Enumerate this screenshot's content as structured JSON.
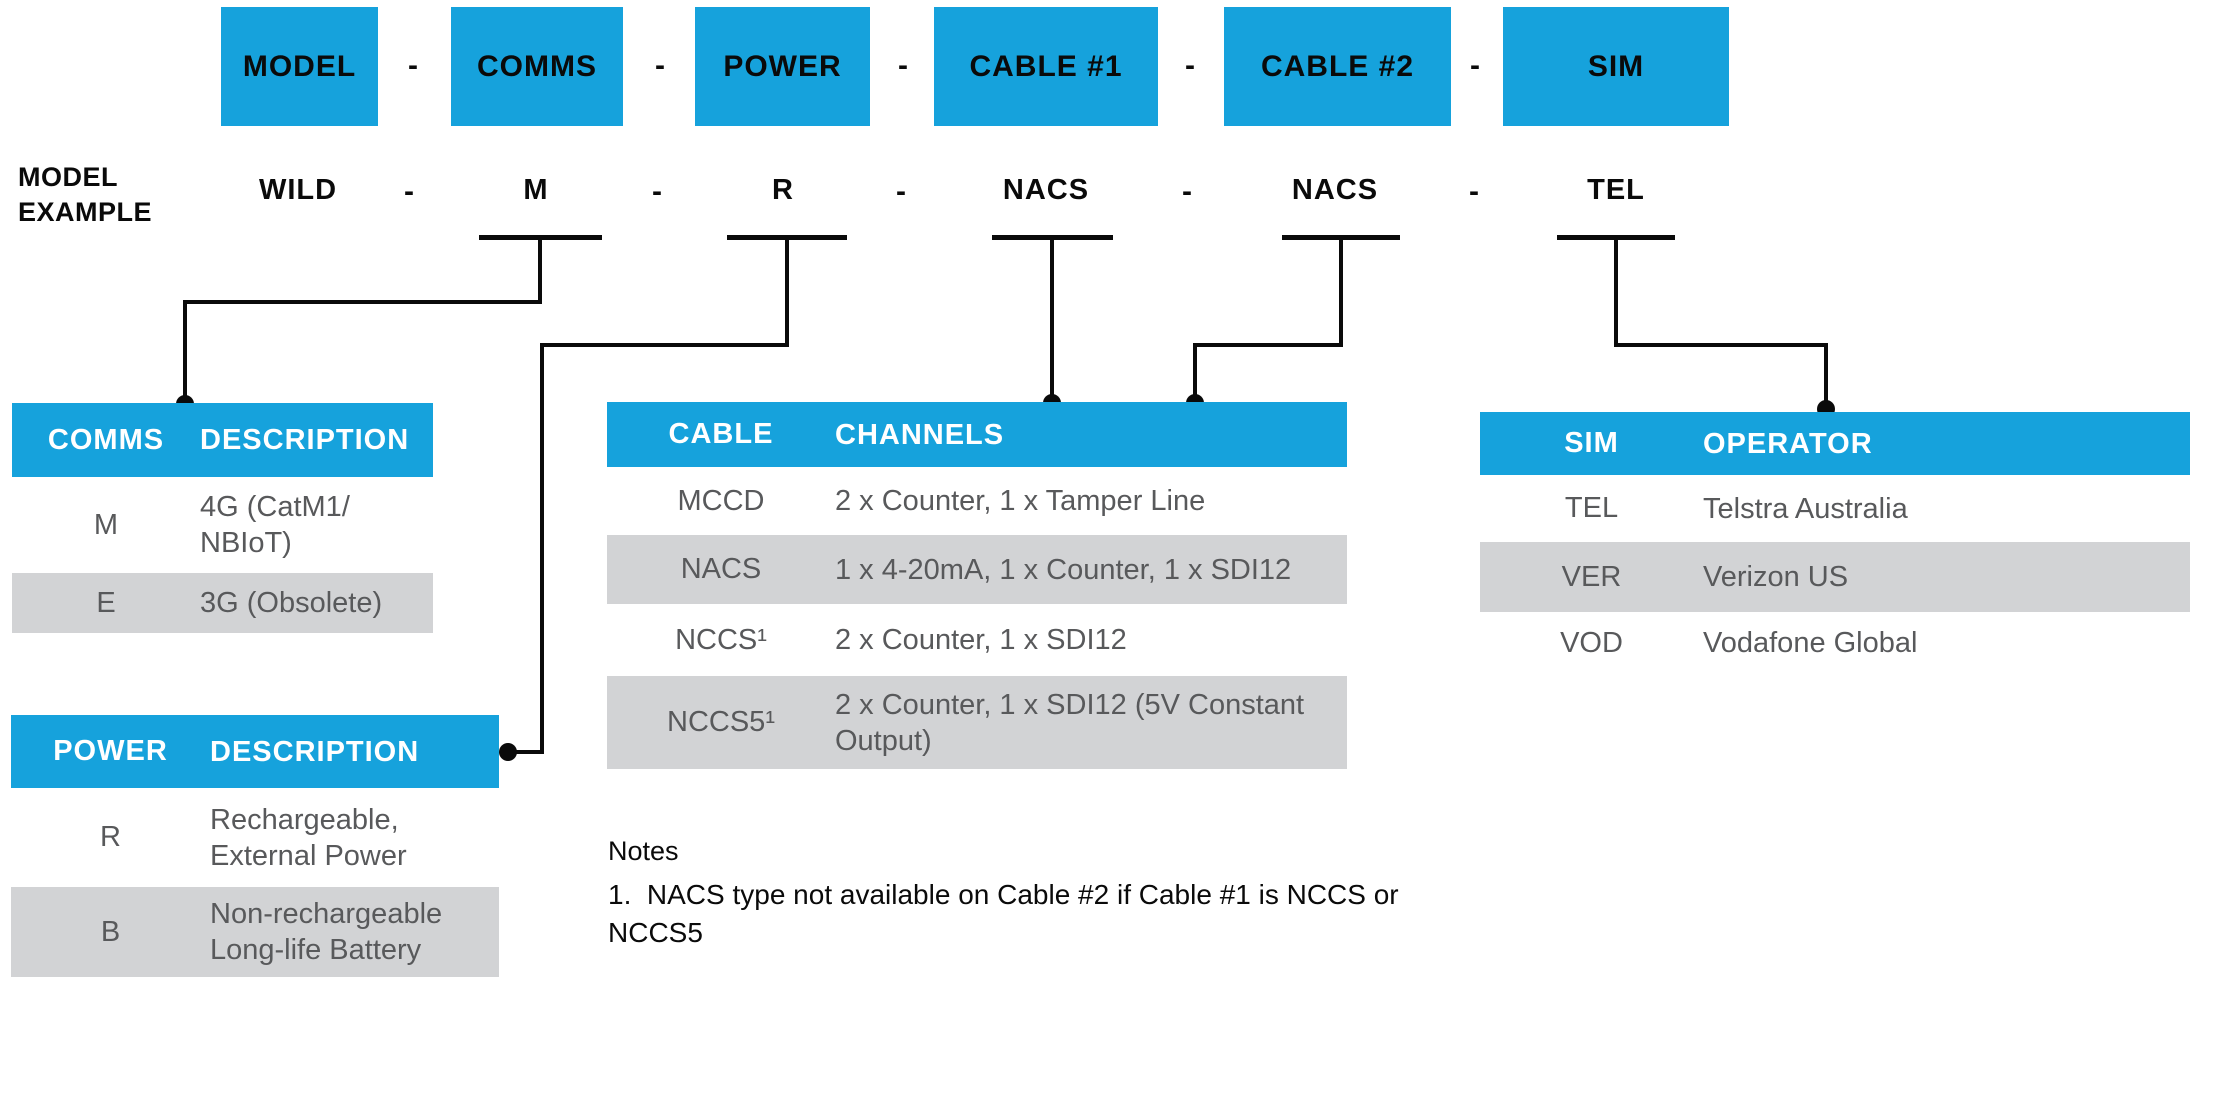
{
  "title_row": {
    "separator": "-",
    "boxes": [
      {
        "label": "MODEL"
      },
      {
        "label": "COMMS"
      },
      {
        "label": "POWER"
      },
      {
        "label": "CABLE #1"
      },
      {
        "label": "CABLE #2"
      },
      {
        "label": "SIM"
      }
    ]
  },
  "example_row": {
    "label": "MODEL\nEXAMPLE",
    "separator": "-",
    "values": [
      "WILD",
      "M",
      "R",
      "NACS",
      "NACS",
      "TEL"
    ]
  },
  "tables": {
    "comms": {
      "headers": [
        "COMMS",
        "DESCRIPTION"
      ],
      "rows": [
        {
          "key": "M",
          "desc": "4G (CatM1/\nNBIoT)"
        },
        {
          "key": "E",
          "desc": "3G (Obsolete)"
        }
      ]
    },
    "power": {
      "headers": [
        "POWER",
        "DESCRIPTION"
      ],
      "rows": [
        {
          "key": "R",
          "desc": "Rechargeable,\nExternal Power"
        },
        {
          "key": "B",
          "desc": "Non-rechargeable\nLong-life Battery"
        }
      ]
    },
    "cable": {
      "headers": [
        "CABLE",
        "CHANNELS"
      ],
      "rows": [
        {
          "key": "MCCD",
          "desc": "2 x Counter, 1 x Tamper Line"
        },
        {
          "key": "NACS",
          "desc": "1 x 4-20mA, 1 x Counter, 1 x SDI12"
        },
        {
          "key": "NCCS¹",
          "desc": "2 x Counter, 1 x SDI12"
        },
        {
          "key": "NCCS5¹",
          "desc": "2 x Counter, 1 x SDI12 (5V Constant\nOutput)"
        }
      ]
    },
    "sim": {
      "headers": [
        "SIM",
        "OPERATOR"
      ],
      "rows": [
        {
          "key": "TEL",
          "desc": "Telstra Australia"
        },
        {
          "key": "VER",
          "desc": "Verizon US"
        },
        {
          "key": "VOD",
          "desc": "Vodafone Global"
        }
      ]
    }
  },
  "notes": {
    "title": "Notes",
    "items": [
      "1.  NACS type not available on Cable #2 if Cable #1 is NCCS or\nNCCS5"
    ]
  },
  "colors": {
    "accent_blue": "#16A2DC",
    "row_gray": "#D2D3D5",
    "body_text": "#58595B",
    "line_black": "#0A0A0A"
  }
}
